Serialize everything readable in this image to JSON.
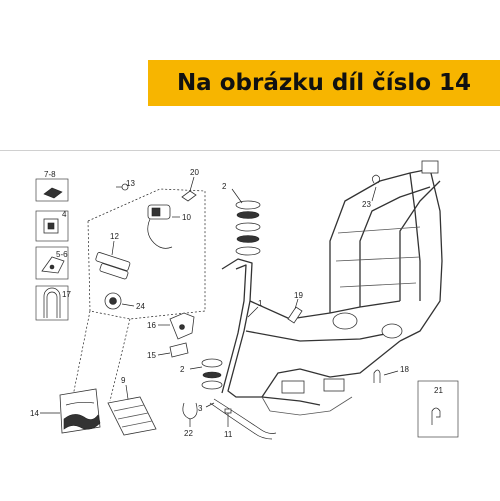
{
  "banner": {
    "text": "Na obrázku díl číslo 14",
    "color": "#f7b500"
  },
  "callouts": [
    "7-8",
    "4",
    "5-6",
    "17",
    "13",
    "20",
    "10",
    "12",
    "24",
    "2",
    "16",
    "15",
    "1",
    "23",
    "19",
    "18",
    "9",
    "14",
    "2",
    "3",
    "21",
    "22",
    "11"
  ]
}
